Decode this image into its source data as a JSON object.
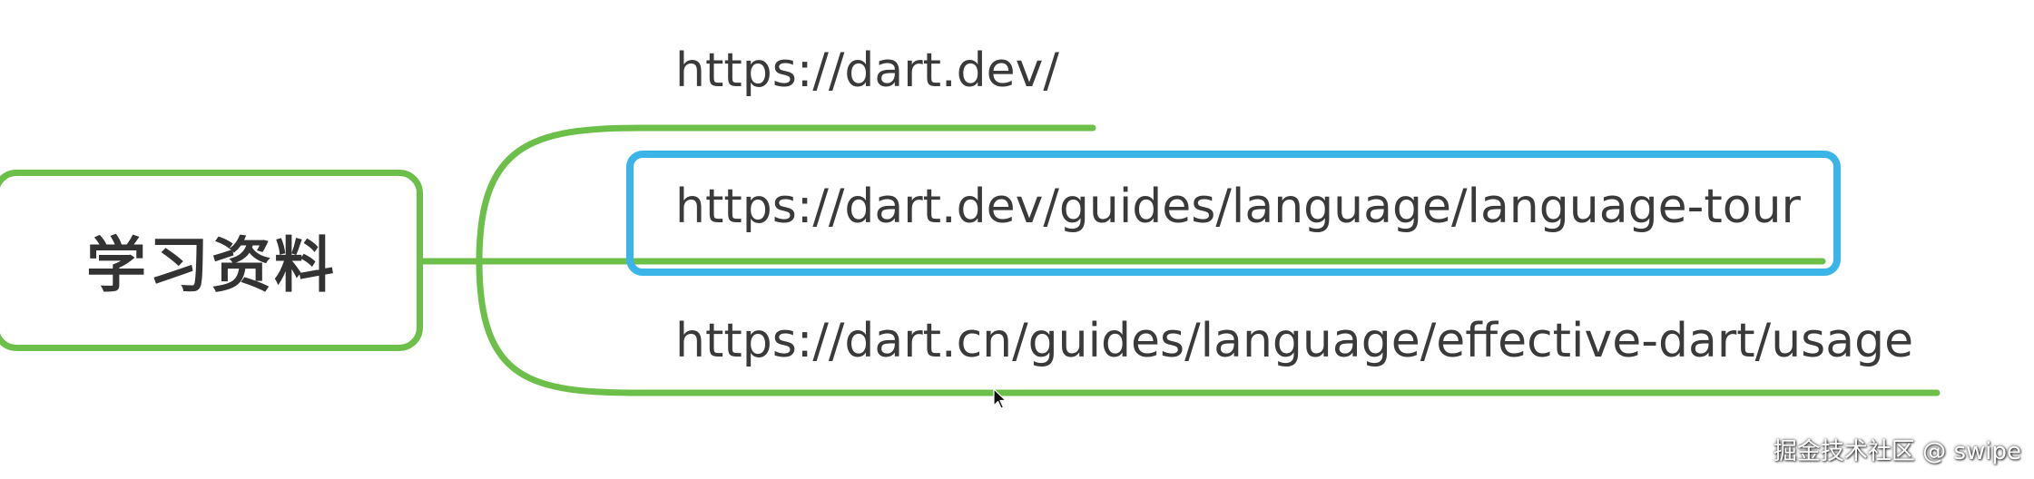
{
  "root": {
    "label": "学习资料"
  },
  "links": [
    {
      "url": "https://dart.dev/"
    },
    {
      "url": "https://dart.dev/guides/language/language-tour",
      "highlighted": true
    },
    {
      "url": "https://dart.cn/guides/language/effective-dart/usage"
    }
  ],
  "watermark": "掘金技术社区 @ swipe",
  "colors": {
    "branch": "#6cc04a",
    "highlight": "#3bb4e8",
    "text": "#3a3a3a"
  },
  "icons": {
    "cursor": "mouse-pointer-icon"
  }
}
